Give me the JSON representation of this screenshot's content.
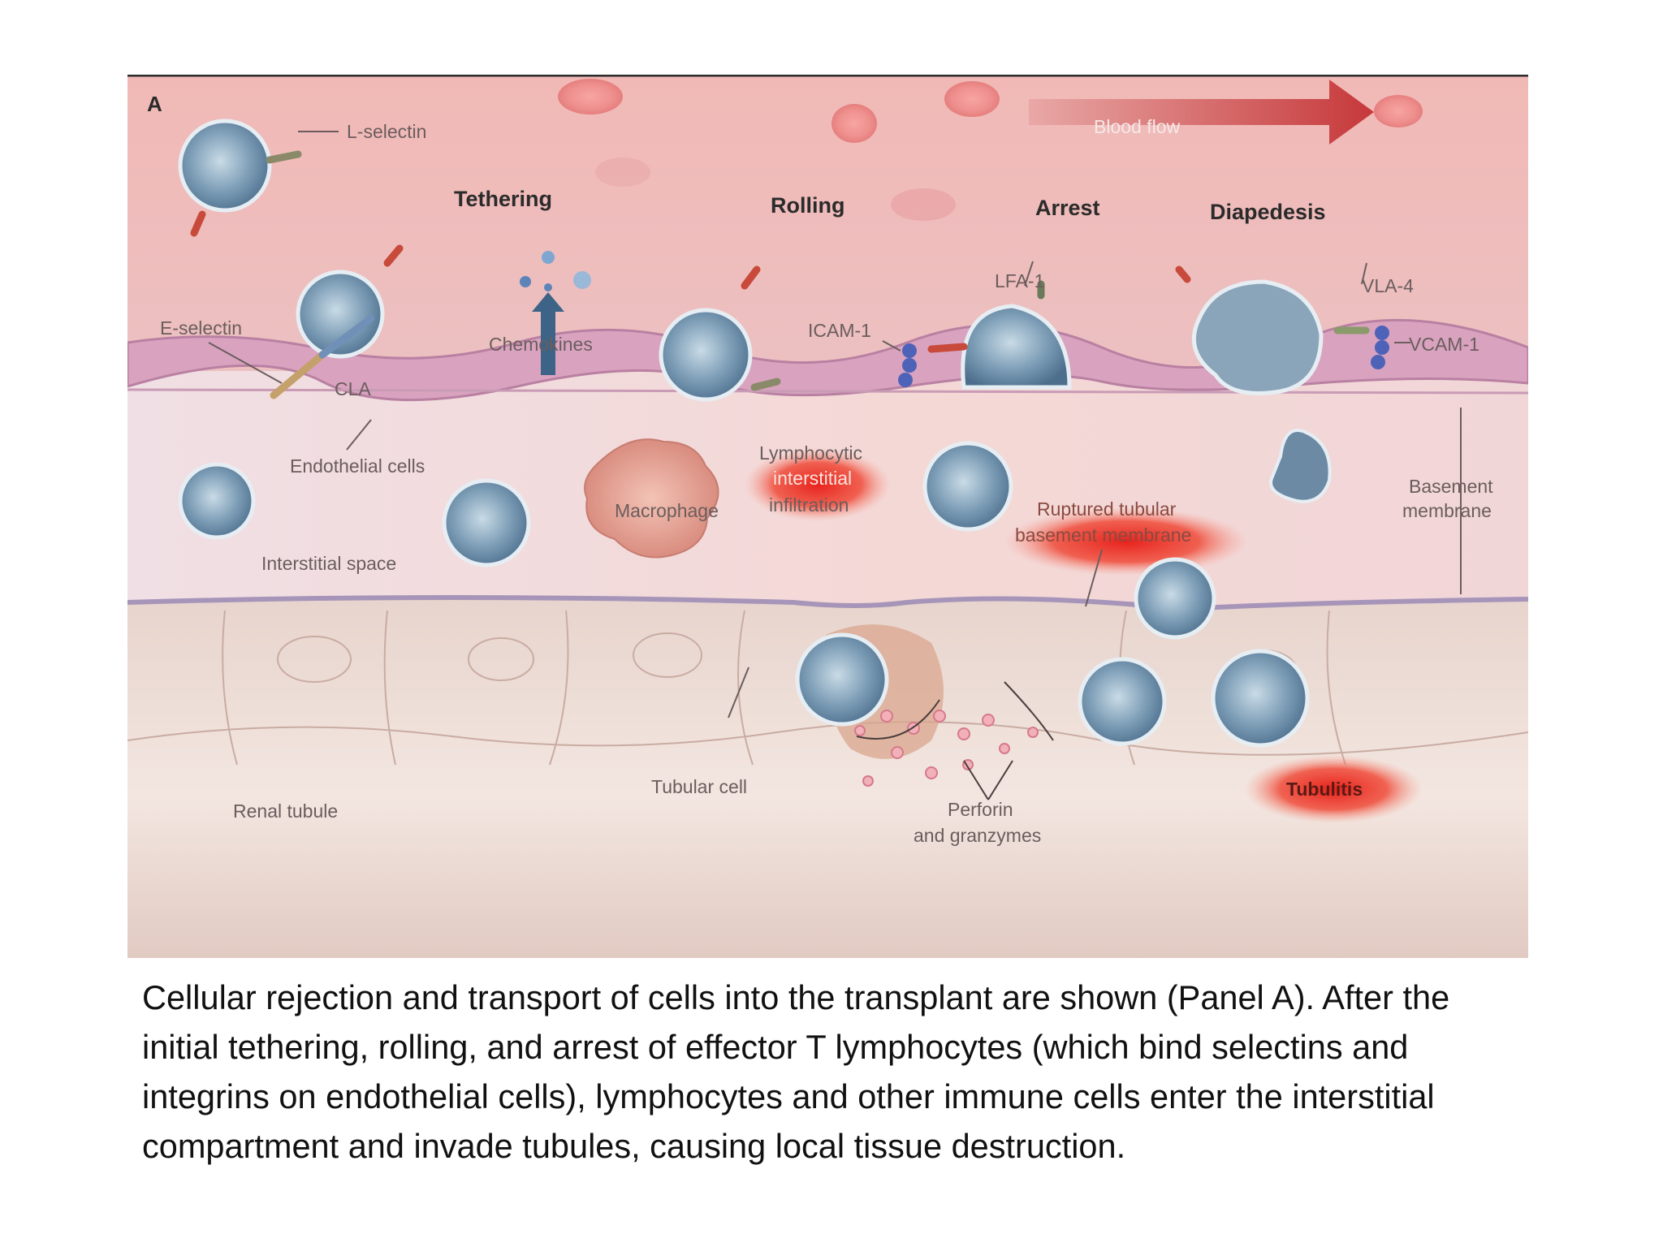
{
  "figure": {
    "panel_label": "A",
    "labels": {
      "blood_flow": "Blood flow",
      "l_selectin": "L-selectin",
      "tethering": "Tethering",
      "rolling": "Rolling",
      "arrest": "Arrest",
      "diapedesis": "Diapedesis",
      "e_selectin": "E-selectin",
      "cla": "CLA",
      "chemokines": "Chemokines",
      "lfa1": "LFA-1",
      "icam1": "ICAM-1",
      "vla4": "VLA-4",
      "vcam1": "VCAM-1",
      "endothelial_cells": "Endothelial cells",
      "interstitial_space": "Interstitial space",
      "macrophage": "Macrophage",
      "lymphocytic_infiltration": [
        "Lymphocytic",
        "interstitial",
        "infiltration"
      ],
      "ruptured_membrane": [
        "Ruptured tubular",
        "basement membrane"
      ],
      "basement_membrane": [
        "Basement",
        "membrane"
      ],
      "tubular_cell": "Tubular cell",
      "renal_tubule": "Renal tubule",
      "perforin": [
        "Perforin",
        "and granzymes"
      ],
      "tubulitis": "Tubulitis"
    }
  },
  "caption": "Cellular rejection and transport of cells into the transplant are shown (Panel A). After the initial tethering, rolling, and arrest of effector T lymphocytes (which bind selectins and integrins on endothelial cells), lymphocytes and other immune cells enter the interstitial compartment and invade tubules, causing local tissue destruction."
}
